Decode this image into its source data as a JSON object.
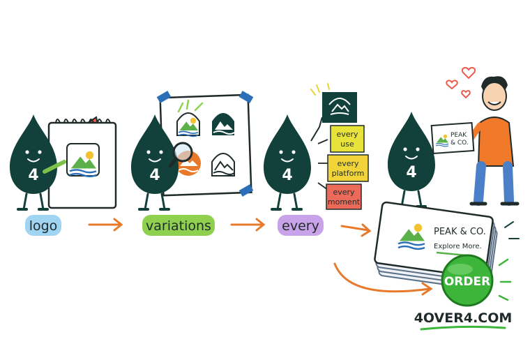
{
  "flow": {
    "step_labels": [
      "logo",
      "variations",
      "every"
    ],
    "mascot_badge": "4",
    "sticky_notes": [
      {
        "line1": "every",
        "line2": "use",
        "color": "#e8e33a"
      },
      {
        "line1": "every",
        "line2": "platform",
        "color": "#f0d43a"
      },
      {
        "line1": "every",
        "line2": "moment",
        "color": "#ec6a5a"
      }
    ],
    "label_colors": [
      "#9fd4f2",
      "#8fd14f",
      "#c9a3ea"
    ]
  },
  "business_card": {
    "small_line1": "PEAK",
    "small_line2": "& CO.",
    "name": "PEAK & CO.",
    "tagline": "Explore More."
  },
  "order_button": {
    "label": "ORDER"
  },
  "website": {
    "url": "4OVER4.COM"
  },
  "colors": {
    "mascot": "#12403b",
    "accent_orange": "#e8792a",
    "button_green": "#3db53b"
  }
}
